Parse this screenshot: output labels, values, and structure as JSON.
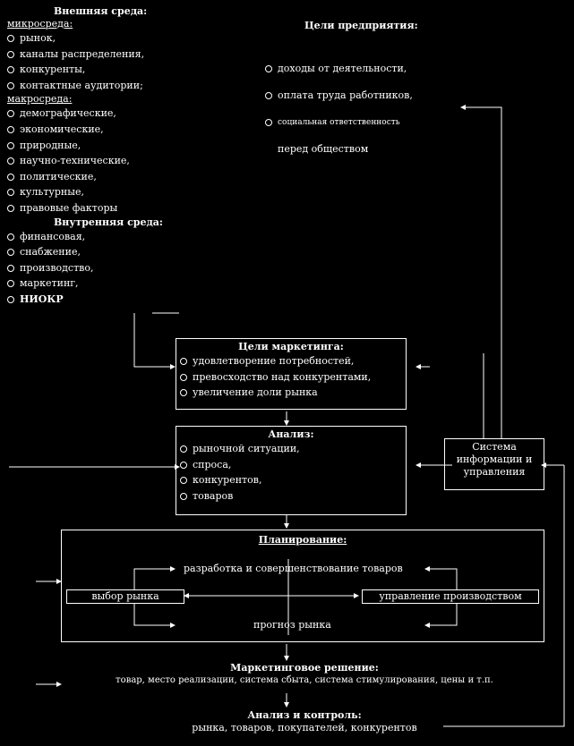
{
  "external": {
    "title": "Внешняя среда:",
    "micro_label": "микросреда:",
    "micro_items": [
      "рынок,",
      "каналы распределения,",
      "конкуренты,",
      "контактные аудитории;"
    ],
    "macro_label": "макросреда:",
    "macro_items": [
      "демографические,",
      "экономические,",
      "природные,",
      "научно-технические,",
      "политические,",
      "культурные,",
      "правовые факторы"
    ]
  },
  "internal": {
    "title": "Внутренняя среда:",
    "items": [
      "финансовая,",
      "снабжение,",
      "производство,",
      "маркетинг,",
      "НИОКР"
    ]
  },
  "enterprise_goals": {
    "title": "Цели предприятия:",
    "items": [
      "доходы от деятельности,",
      "оплата труда работников,",
      "социальная ответственность"
    ],
    "tail": "перед обществом"
  },
  "marketing_goals": {
    "title": "Цели маркетинга:",
    "items": [
      "удовлетворение потребностей,",
      "превосходство над конкурентами,",
      "увеличение доли рынка"
    ]
  },
  "analysis": {
    "title": "Анализ:",
    "items": [
      "рыночной ситуации,",
      "спроса,",
      "конкурентов,",
      "товаров"
    ]
  },
  "info_system": {
    "lines": [
      "Система",
      "информации и",
      "управления"
    ]
  },
  "planning": {
    "title": "Планирование:",
    "top": "разработка и совершенствование товаров",
    "left": "выбор рынка",
    "right": "управление производством",
    "bottom": "прогноз рынка"
  },
  "decision": {
    "title": "Маркетинговое решение:",
    "text": "товар, место реализации, система сбыта, система стимулирования, цены и т.п."
  },
  "control": {
    "title": "Анализ и контроль:",
    "text": "рынка, товаров, покупателей, конкурентов"
  }
}
